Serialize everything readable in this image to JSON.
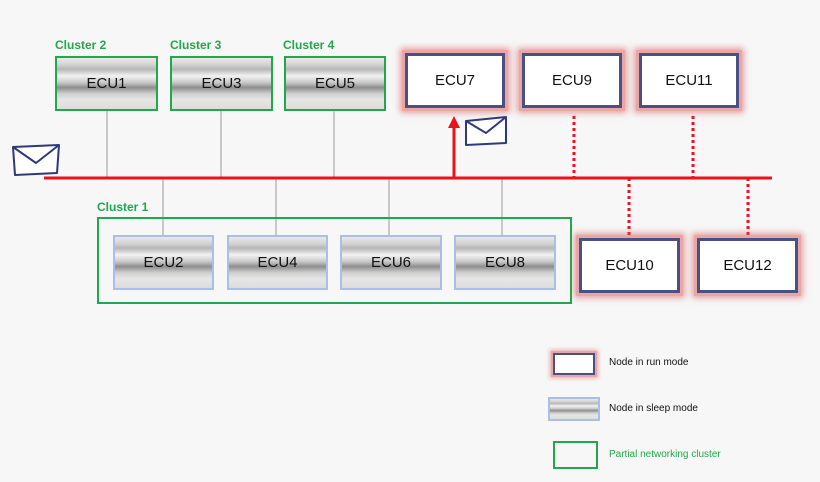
{
  "clusters": {
    "cluster1": "Cluster 1",
    "cluster2": "Cluster 2",
    "cluster3": "Cluster 3",
    "cluster4": "Cluster 4"
  },
  "nodes": {
    "ecu1": "ECU1",
    "ecu2": "ECU2",
    "ecu3": "ECU3",
    "ecu4": "ECU4",
    "ecu5": "ECU5",
    "ecu6": "ECU6",
    "ecu7": "ECU7",
    "ecu8": "ECU8",
    "ecu9": "ECU9",
    "ecu10": "ECU10",
    "ecu11": "ECU11",
    "ecu12": "ECU12"
  },
  "legend": {
    "run_mode": "Node in run mode",
    "sleep_mode": "Node in sleep mode",
    "cluster": "Partial networking cluster"
  },
  "colors": {
    "bus": "#e8141c",
    "cluster_green": "#22a84a",
    "sleep_border": "#a9bfe6",
    "run_border": "#4a4f84",
    "connector": "#c8c8c8"
  },
  "icons": {
    "message": "envelope-icon"
  }
}
